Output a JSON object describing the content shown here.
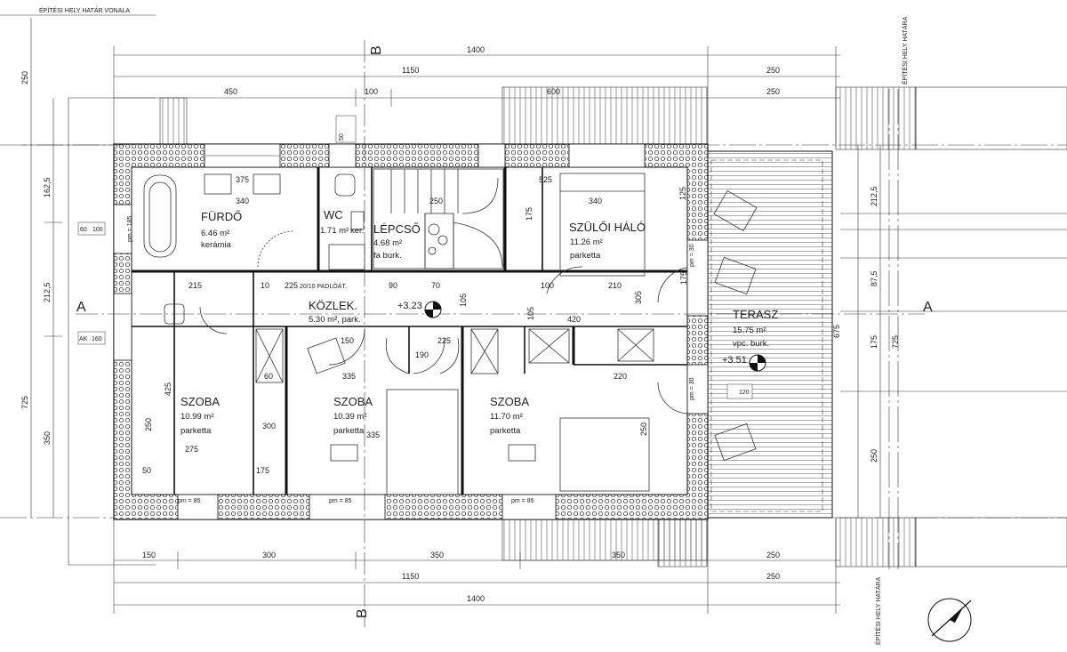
{
  "boundary": {
    "top_label": "ÉPÍTÉSI HELY HATÁR VONALA",
    "right_top_label": "ÉPÍTÉSI HELY HATÁRA",
    "right_bottom_label": "ÉPÍTÉSI HELY HATÁRA"
  },
  "sections": {
    "a": "A",
    "b": "B"
  },
  "rooms": {
    "furdo": {
      "name": "FÜRDŐ",
      "area": "6.46 m²",
      "finish": "kerámia"
    },
    "wc": {
      "name": "WC",
      "area": "1.71 m²",
      "finish": "ker."
    },
    "lepcso": {
      "name": "LÉPCSŐ",
      "area": "4.68 m²",
      "finish": "fa burk."
    },
    "szuloi": {
      "name": "SZÜLŐI HÁLÓ",
      "area": "11.26 m²",
      "finish": "parketta"
    },
    "kozlek": {
      "name": "KÖZLEK.",
      "area": "5.30 m², park."
    },
    "terasz": {
      "name": "TERASZ",
      "area": "15.75 m²",
      "finish": "vpc. burk."
    },
    "szoba1": {
      "name": "SZOBA",
      "area": "10.99 m²",
      "finish": "parketta"
    },
    "szoba2": {
      "name": "SZOBA",
      "area": "10.39 m²",
      "finish": "parketta"
    },
    "szoba3": {
      "name": "SZOBA",
      "area": "11.70 m²",
      "finish": "parketta"
    }
  },
  "levels": {
    "kozlek": "+3.23",
    "terasz": "+3.51"
  },
  "top_dims": {
    "total": "1400",
    "inner": "1150",
    "right": "250",
    "left450": "450",
    "mid100": "100",
    "d600": "600",
    "d250b": "250"
  },
  "bottom_dims": {
    "d150": "150",
    "d300": "300",
    "d350a": "350",
    "d350b": "350",
    "d250": "250",
    "inner": "1150",
    "right": "250",
    "total": "1400"
  },
  "left_dims": {
    "d250": "250",
    "d162": "162,5",
    "d212": "212,5",
    "d725": "725",
    "d350": "350"
  },
  "right_dims": {
    "d212": "212,5",
    "d87": "87,5",
    "d175": "175",
    "d250": "250",
    "d725": "725",
    "d675": "675"
  },
  "inner_dims": {
    "t375": "375",
    "t340": "340",
    "t525": "525",
    "t340b": "340",
    "t250": "250",
    "t125": "125",
    "t175a": "175",
    "t175b": "175",
    "m215": "215",
    "m225": "225",
    "m90": "90",
    "m70": "70",
    "m105a": "105",
    "m105b": "105",
    "m100": "100",
    "m210": "210",
    "m305": "305",
    "m420": "420",
    "m150": "150",
    "m225b": "225",
    "m190": "190",
    "m335": "335",
    "m220": "220",
    "m60": "60",
    "m425": "425",
    "m275": "275",
    "m300": "300",
    "m335b": "335",
    "m250": "250",
    "m250b": "250",
    "m50": "50",
    "m10": "10",
    "m175": "175",
    "pm185": "pm = 185",
    "pm85a": "pm = 85",
    "pm85b": "pm = 85",
    "pm85c": "pm = 85",
    "pm30a": "pm = 30",
    "pm30b": "pm = 30",
    "padlo": "20/10 PADLÓÁT."
  },
  "window_tags": {
    "w100": "100",
    "w60": "60",
    "w50": "50",
    "w160": "160",
    "w120": "120",
    "ak": "AK"
  }
}
